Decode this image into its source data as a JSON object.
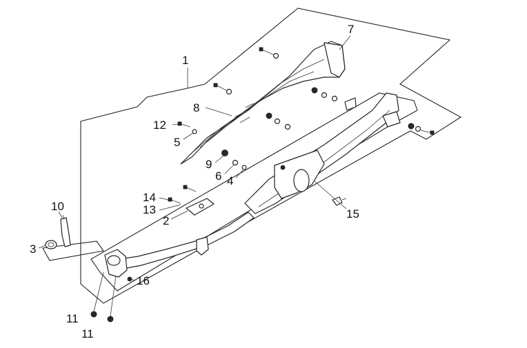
{
  "diagram": {
    "callouts": [
      {
        "id": "1",
        "text": "1"
      },
      {
        "id": "7",
        "text": "7"
      },
      {
        "id": "8",
        "text": "8"
      },
      {
        "id": "12",
        "text": "12"
      },
      {
        "id": "5",
        "text": "5"
      },
      {
        "id": "9",
        "text": "9"
      },
      {
        "id": "6",
        "text": "6"
      },
      {
        "id": "4",
        "text": "4"
      },
      {
        "id": "14",
        "text": "14"
      },
      {
        "id": "13",
        "text": "13"
      },
      {
        "id": "2",
        "text": "2"
      },
      {
        "id": "10",
        "text": "10"
      },
      {
        "id": "3",
        "text": "3"
      },
      {
        "id": "16",
        "text": "16"
      },
      {
        "id": "15",
        "text": "15"
      },
      {
        "id": "11a",
        "text": "11"
      },
      {
        "id": "11b",
        "text": "11"
      }
    ]
  }
}
